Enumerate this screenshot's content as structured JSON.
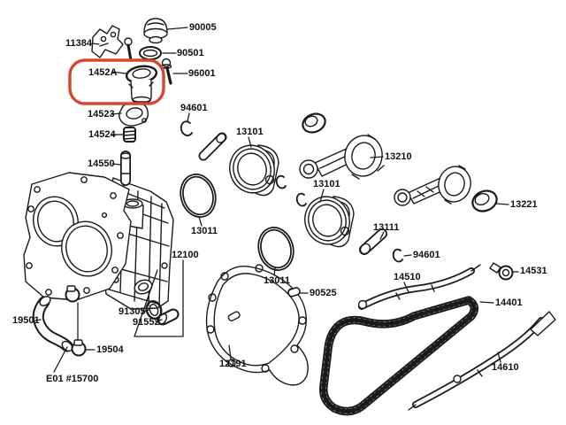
{
  "diagram_type": "exploded-parts-diagram",
  "colors": {
    "highlight": "#d8452f",
    "line": "#1a1a1a",
    "background": "#ffffff"
  },
  "highlighted_part": "1452A",
  "labels": {
    "p90005": "90005",
    "p11384": "11384",
    "p90501": "90501",
    "p1452a": "1452A",
    "p96001": "96001",
    "p14523": "14523",
    "p94601a": "94601",
    "p14524": "14524",
    "p14550": "14550",
    "p13101a": "13101",
    "p13210": "13210",
    "p13101b": "13101",
    "p13221": "13221",
    "p13111": "13111",
    "p94601b": "94601",
    "p13011a": "13011",
    "p13011b": "13011",
    "p12100": "12100",
    "p90525": "90525",
    "p91305": "91305",
    "p91552": "91552",
    "p19501": "19501",
    "p19504": "19504",
    "e01": "E01 #15700",
    "p12191": "12191",
    "p14510": "14510",
    "p14531": "14531",
    "p14401": "14401",
    "p14610": "14610"
  }
}
